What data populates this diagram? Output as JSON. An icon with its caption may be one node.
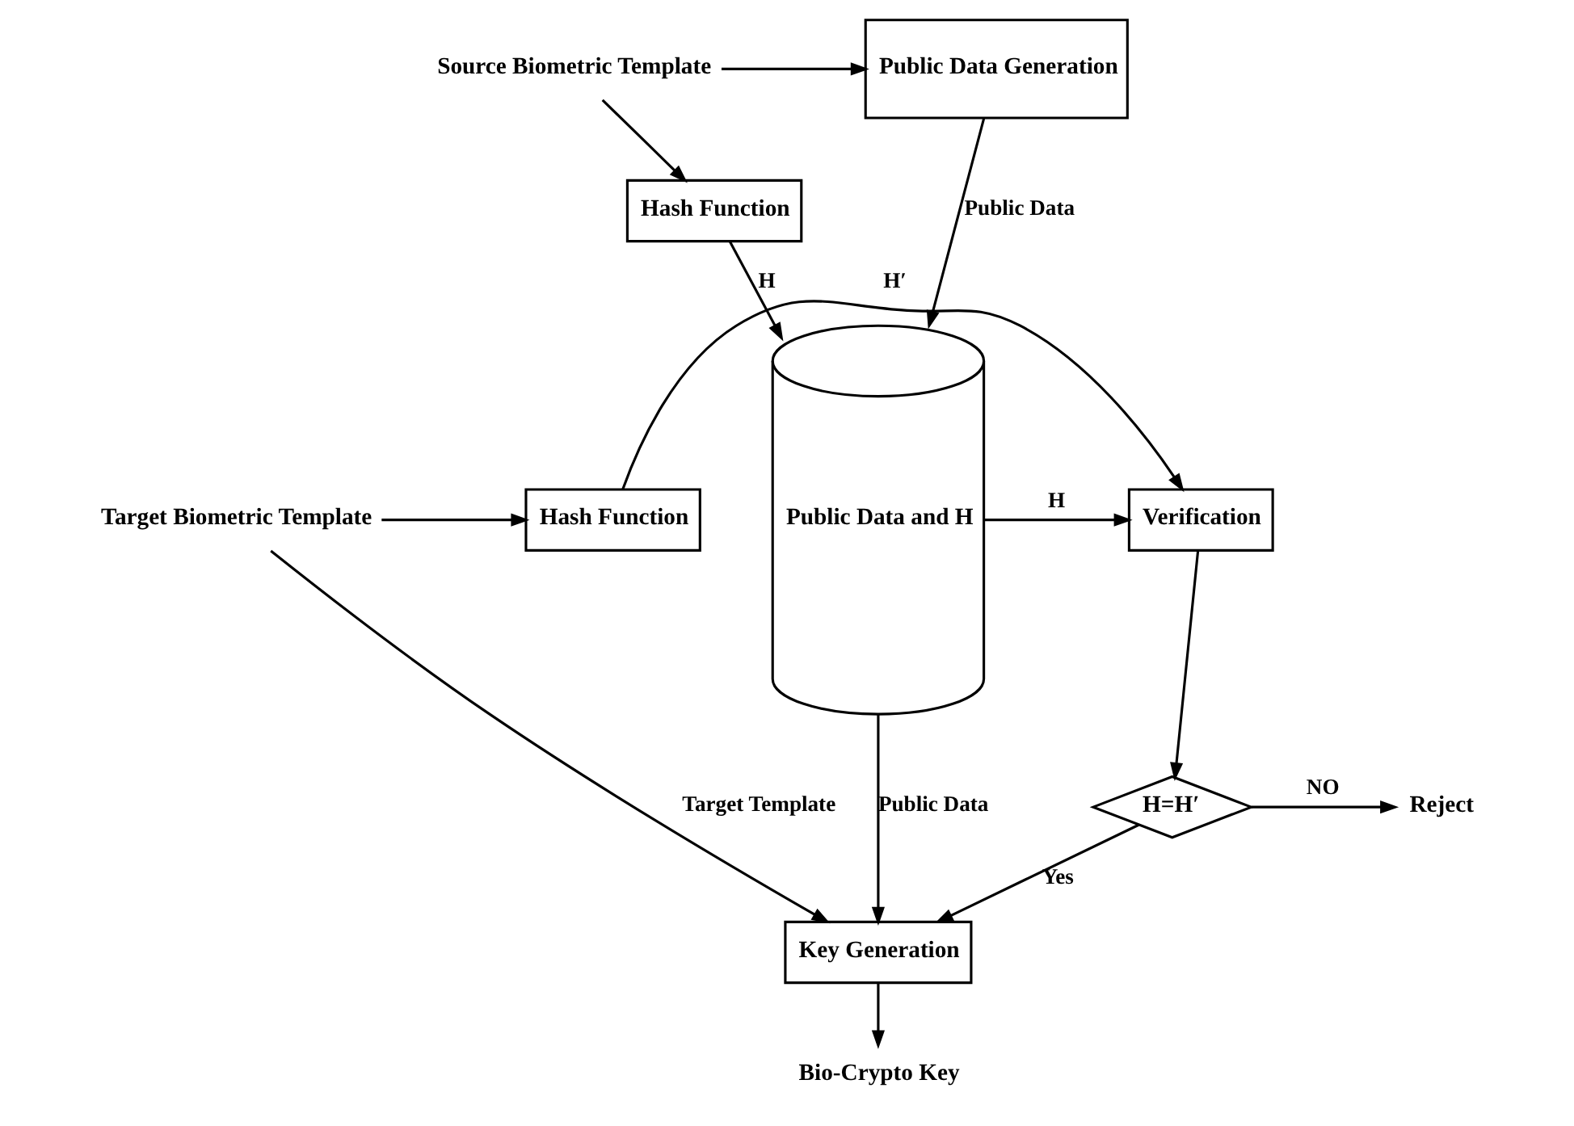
{
  "diagram": {
    "nodes": [
      {
        "text": [
          "Hash Function"
        ]
      },
      {
        "text": [
          "Source Biometric Template"
        ]
      },
      {
        "text": [
          "Public Data Generation"
        ]
      },
      {
        "text": [
          "Public Data and H"
        ]
      },
      {
        "text": [
          "Target Biometric Template"
        ]
      },
      {
        "text": [
          "Hash Function"
        ]
      },
      {
        "text": [
          "Verification"
        ]
      },
      {
        "text": [
          "H=H′"
        ]
      },
      {
        "text": [
          "Reject"
        ]
      },
      {
        "text": [
          "Key Generation"
        ]
      },
      {
        "text": [
          "Bio-Crypto Key"
        ]
      }
    ],
    "edges": [
      {
        "from": 1,
        "to": 0,
        "arrow": "to"
      },
      {
        "from": 0,
        "to": 3,
        "arrow": "to",
        "label": "H"
      },
      {
        "from": 1,
        "to": 2,
        "arrow": "to"
      },
      {
        "from": 2,
        "to": 3,
        "arrow": "to",
        "label": "Public Data"
      },
      {
        "from": 4,
        "to": 5,
        "arrow": "to"
      },
      {
        "from": 5,
        "to": 6,
        "arrow": "to",
        "label": "H′"
      },
      {
        "from": 3,
        "to": 6,
        "arrow": "to",
        "label": "H"
      },
      {
        "from": 6,
        "to": 7,
        "arrow": "to"
      },
      {
        "from": 7,
        "to": 8,
        "arrow": "to",
        "label": "NO"
      },
      {
        "from": 7,
        "to": 9,
        "arrow": "to",
        "label": "Yes"
      },
      {
        "from": 4,
        "to": 9,
        "arrow": "to",
        "label": "Target Template"
      },
      {
        "from": 3,
        "to": 9,
        "arrow": "to",
        "label": "Public Data"
      },
      {
        "from": 9,
        "to": 10,
        "arrow": "to"
      }
    ]
  }
}
